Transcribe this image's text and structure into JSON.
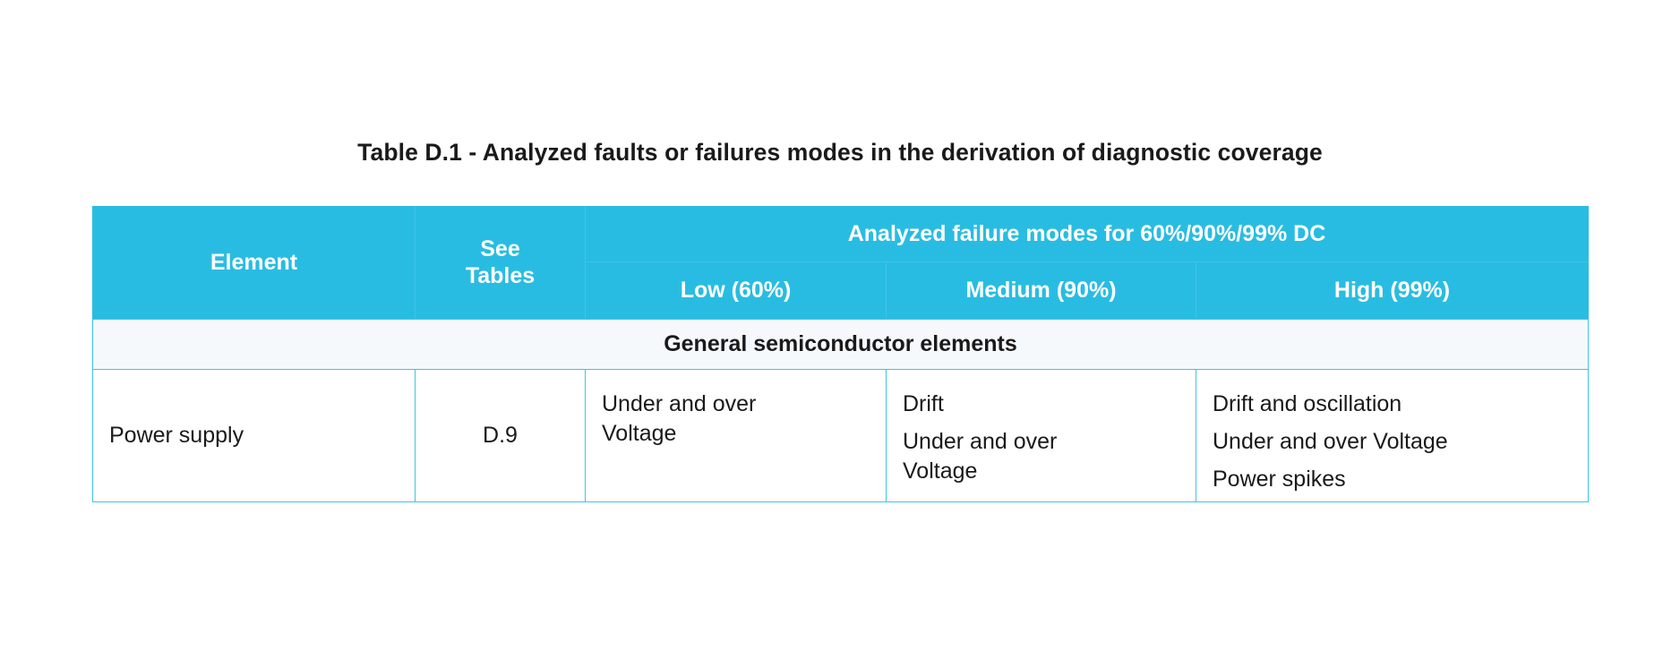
{
  "title": "Table D.1 - Analyzed faults or failures modes in the derivation of diagnostic coverage",
  "colors": {
    "header_bg": "#29BCE2",
    "header_text": "#FFFFFF",
    "border": "#3FC3E8",
    "section_bg": "#F5F9FC",
    "body_text": "#1A1A1A",
    "page_bg": "#FFFFFF"
  },
  "header": {
    "element_label": "Element",
    "see_tables_label_line1": "See",
    "see_tables_label_line2": "Tables",
    "group_label": "Analyzed failure modes for 60%/90%/99% DC",
    "sub": {
      "low": "Low (60%)",
      "medium": "Medium (90%)",
      "high": "High (99%)"
    }
  },
  "sections": [
    {
      "section_label": "General semiconductor elements",
      "rows": [
        {
          "element": "Power supply",
          "see_tables": "D.9",
          "low": [
            "Under and over Voltage"
          ],
          "medium": [
            "Drift",
            "Under and over Voltage"
          ],
          "high": [
            "Drift and oscillation",
            "Under and over Voltage",
            "Power spikes"
          ]
        }
      ]
    }
  ]
}
